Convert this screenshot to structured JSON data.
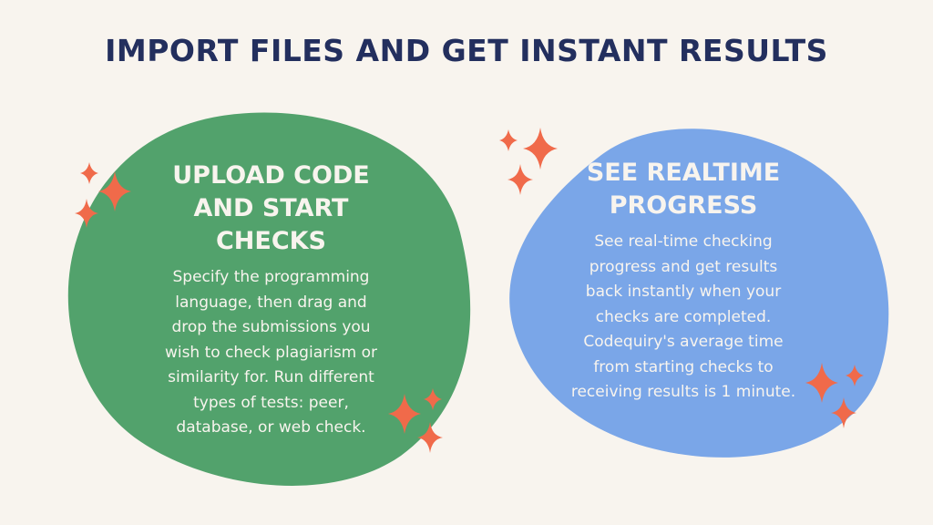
{
  "page": {
    "title": "IMPORT FILES AND GET INSTANT RESULTS"
  },
  "cards": [
    {
      "heading_lines": [
        "UPLOAD CODE",
        "AND START",
        "CHECKS"
      ],
      "body_lines": [
        "Specify the programming",
        "language, then drag and",
        "drop the submissions you",
        "wish to check plagiarism or",
        "similarity for. Run different",
        "types of tests: peer,",
        "database, or web check."
      ],
      "color": "#52a26c"
    },
    {
      "heading_lines": [
        "SEE REALTIME",
        "PROGRESS"
      ],
      "body_lines": [
        "See real-time checking",
        "progress and get results",
        "back instantly when your",
        "checks are completed.",
        "Codequiry's average time",
        "from starting checks to",
        "receiving results is 1 minute."
      ],
      "color": "#7aa6e8"
    }
  ],
  "theme": {
    "background": "#f8f4ee",
    "title_color": "#232f5e",
    "sparkle_color": "#f06a4a"
  }
}
